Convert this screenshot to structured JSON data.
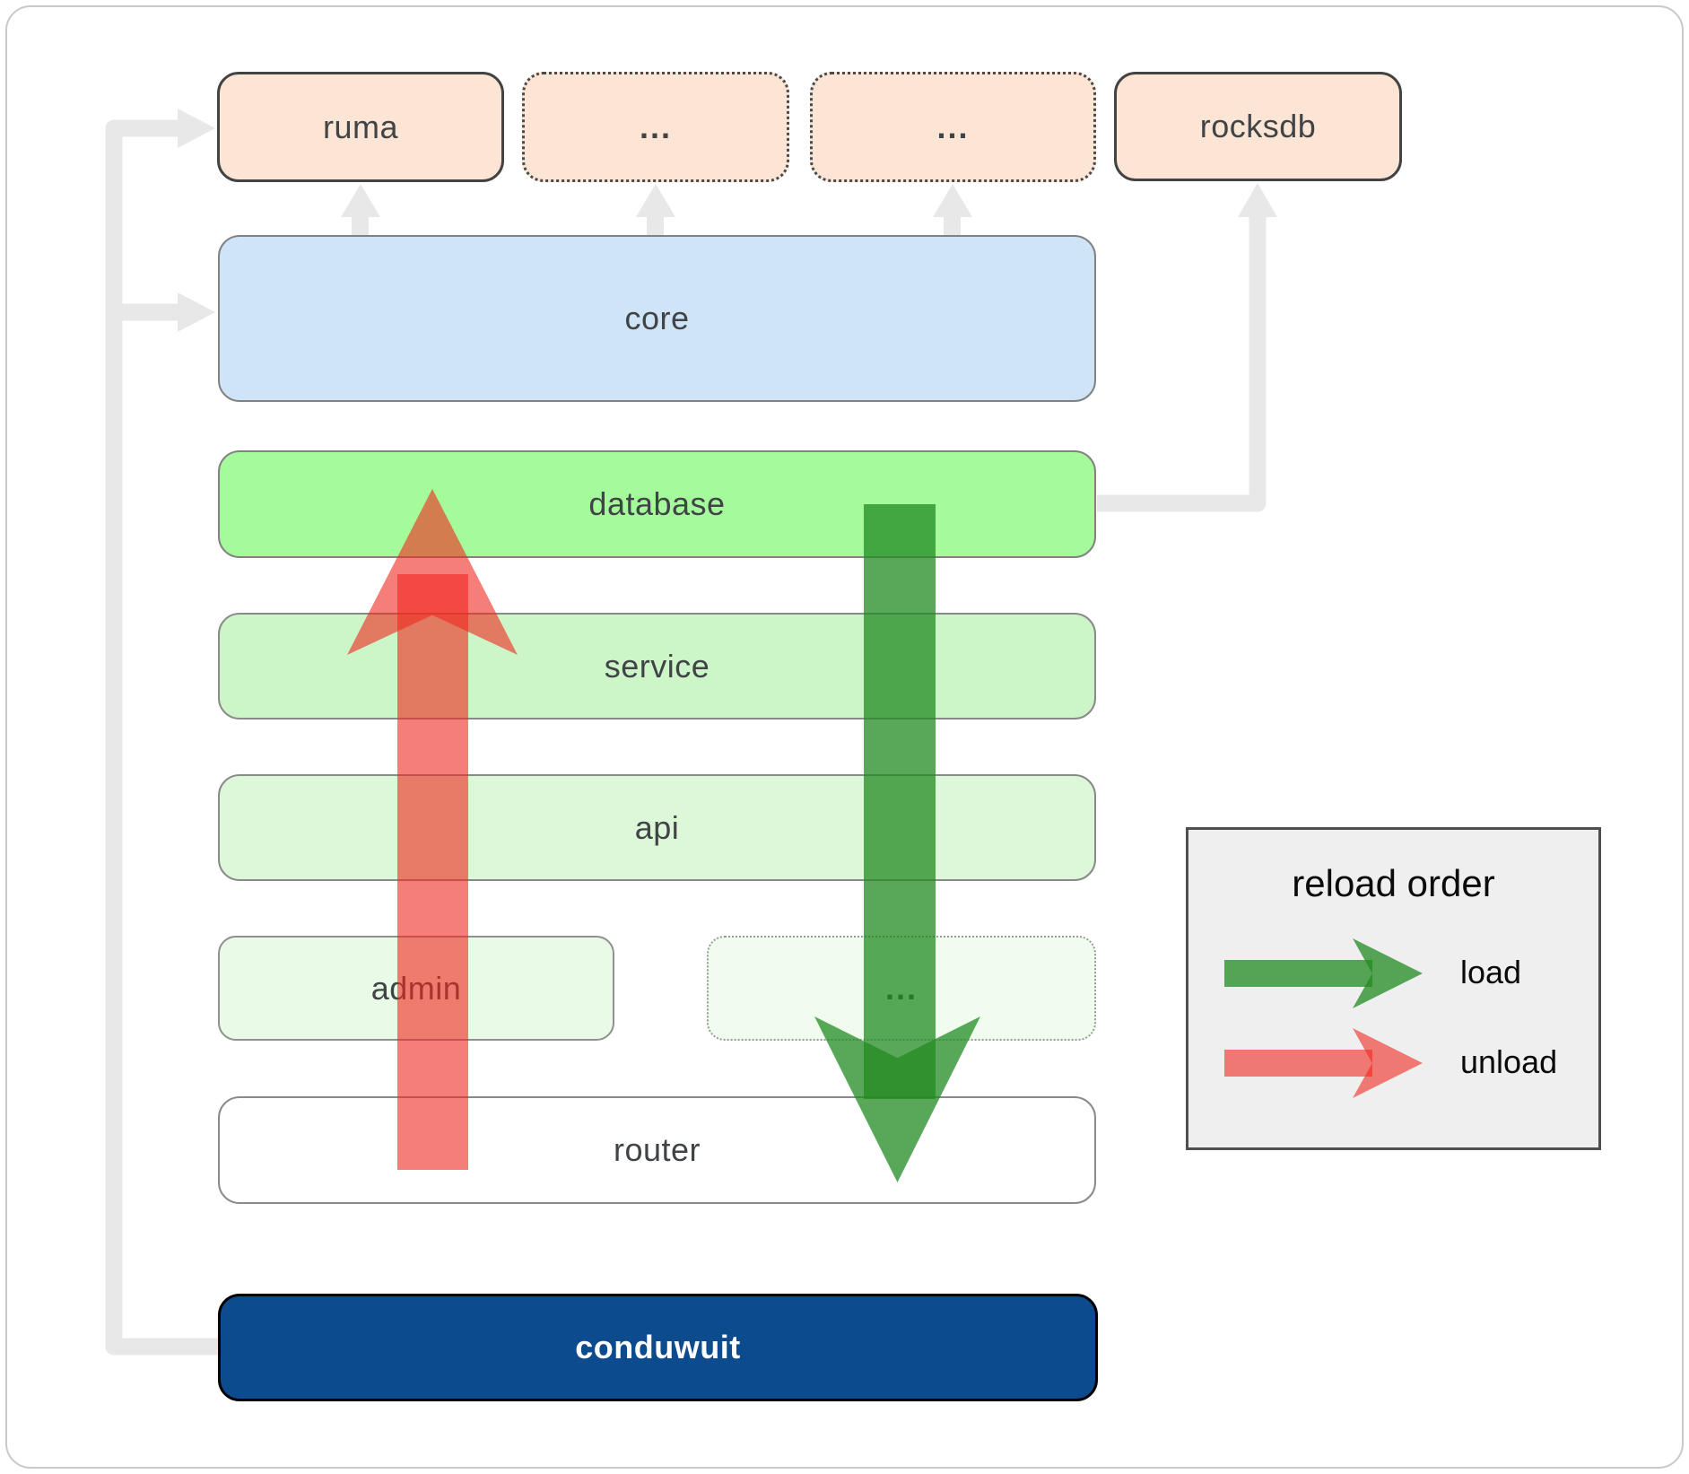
{
  "boxes": {
    "ruma": {
      "label": "ruma"
    },
    "ellipsis_top_1": {
      "label": "..."
    },
    "ellipsis_top_2": {
      "label": "..."
    },
    "rocksdb": {
      "label": "rocksdb"
    },
    "core": {
      "label": "core"
    },
    "database": {
      "label": "database"
    },
    "service": {
      "label": "service"
    },
    "api": {
      "label": "api"
    },
    "admin": {
      "label": "admin"
    },
    "ellipsis_admin": {
      "label": "..."
    },
    "router": {
      "label": "router"
    },
    "conduwuit": {
      "label": "conduwuit"
    }
  },
  "legend": {
    "title": "reload order",
    "items": [
      {
        "name": "load",
        "label": "load",
        "color": "#228b22",
        "direction": "down"
      },
      {
        "name": "unload",
        "label": "unload",
        "color": "#f0281e",
        "direction": "up"
      }
    ]
  },
  "colors": {
    "external_box_fill": "#fce5d5",
    "core_fill": "#d0e4f7",
    "database_fill": "#a5fb9b",
    "service_fill": "#cdf6c8",
    "api_fill": "#ddf8d8",
    "admin_fill": "#e9fbe6",
    "router_fill": "#ffffff",
    "conduwuit_fill": "#0d4b8f",
    "connector_gray": "#e8e8e8",
    "legend_bg": "#efefef"
  }
}
